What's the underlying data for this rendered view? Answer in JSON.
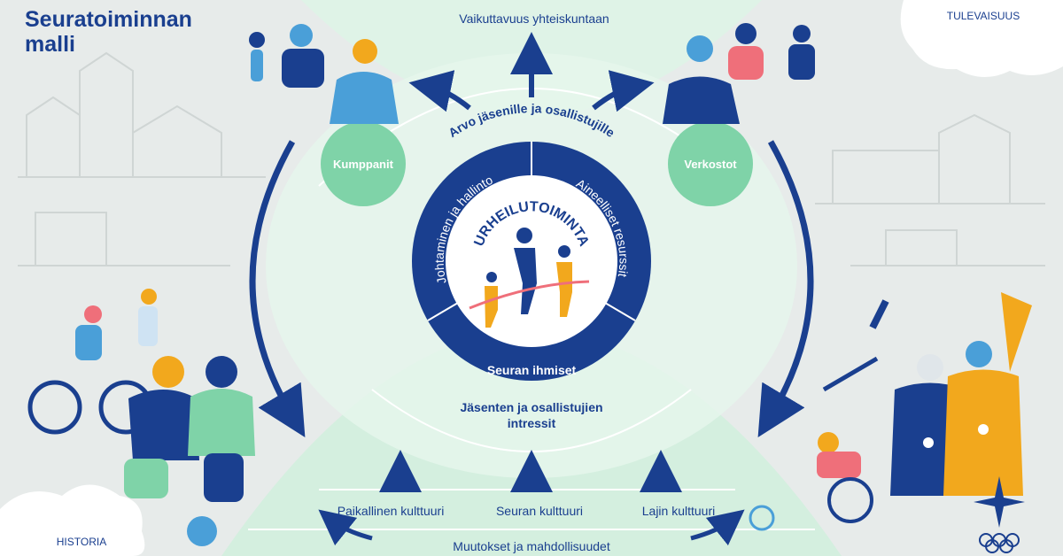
{
  "header": {
    "title_line1": "Seuratoiminnan",
    "title_line2": "malli",
    "top_center": "Vaikuttavuus yhteiskuntaan",
    "top_right": "TULEVAISUUS",
    "bottom_left": "HISTORIA"
  },
  "diagram": {
    "center": "URHEILUTOIMINTA",
    "ring_left": "Johtaminen ja hallinto",
    "ring_right": "Aineelliset resurssit",
    "ring_bottom": "Seuran ihmiset",
    "arc_top": "Arvo jäsenille ja osallistujille",
    "arc_bottom_line1": "Jäsenten ja osallistujien",
    "arc_bottom_line2": "intressit",
    "circle_left": "Kumppanit",
    "circle_right": "Verkostot"
  },
  "footer": {
    "culture_items": [
      "Paikallinen kulttuuri",
      "Seuran kulttuuri",
      "Lajin kulttuuri"
    ],
    "base_label": "Muutokset ja mahdollisuudet"
  },
  "colors": {
    "navy": "#1a3f8f",
    "green": "#7fd3a8",
    "green_light": "#d5f0e0",
    "green_pale": "#e8f7ee",
    "grey_bg": "#e4e8e8",
    "orange": "#f2a81d",
    "pink": "#ef6f7a",
    "blue_sky": "#4a9fd8"
  },
  "icons": [
    "olympic-rings-icon",
    "cross-star-icon",
    "up-arrow-icon",
    "curved-arrow-icon"
  ]
}
